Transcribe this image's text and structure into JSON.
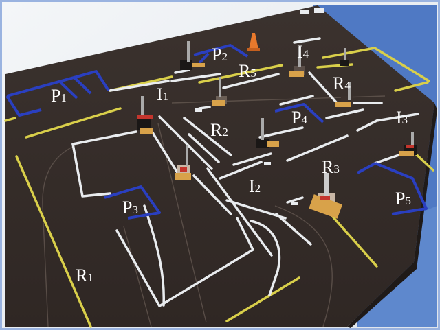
{
  "scene": {
    "description_free": true,
    "colors": {
      "frame_blue": "#4f79c4",
      "board": "#3a302c",
      "board_dark": "#2b2421",
      "white_line": "#e9ecef",
      "yellow_line": "#d9cf4a",
      "blue_line": "#2a3fc0",
      "cone": "#e8792c",
      "label_fill": "#ffffff"
    },
    "labels": [
      {
        "id": "P1",
        "main": "P",
        "sub": "1"
      },
      {
        "id": "P2",
        "main": "P",
        "sub": "2"
      },
      {
        "id": "P3",
        "main": "P",
        "sub": "3"
      },
      {
        "id": "P4",
        "main": "P",
        "sub": "4"
      },
      {
        "id": "P5",
        "main": "P",
        "sub": "5"
      },
      {
        "id": "R1",
        "main": "R",
        "sub": "1"
      },
      {
        "id": "R2",
        "main": "R",
        "sub": "2"
      },
      {
        "id": "R3",
        "main": "R",
        "sub": "3"
      },
      {
        "id": "R4",
        "main": "R",
        "sub": "4"
      },
      {
        "id": "R5",
        "main": "R",
        "sub": "5"
      },
      {
        "id": "I1",
        "main": "I",
        "sub": "1"
      },
      {
        "id": "I2",
        "main": "I",
        "sub": "2"
      },
      {
        "id": "I3",
        "main": "I",
        "sub": "3"
      },
      {
        "id": "I4",
        "main": "I",
        "sub": "4"
      }
    ]
  }
}
